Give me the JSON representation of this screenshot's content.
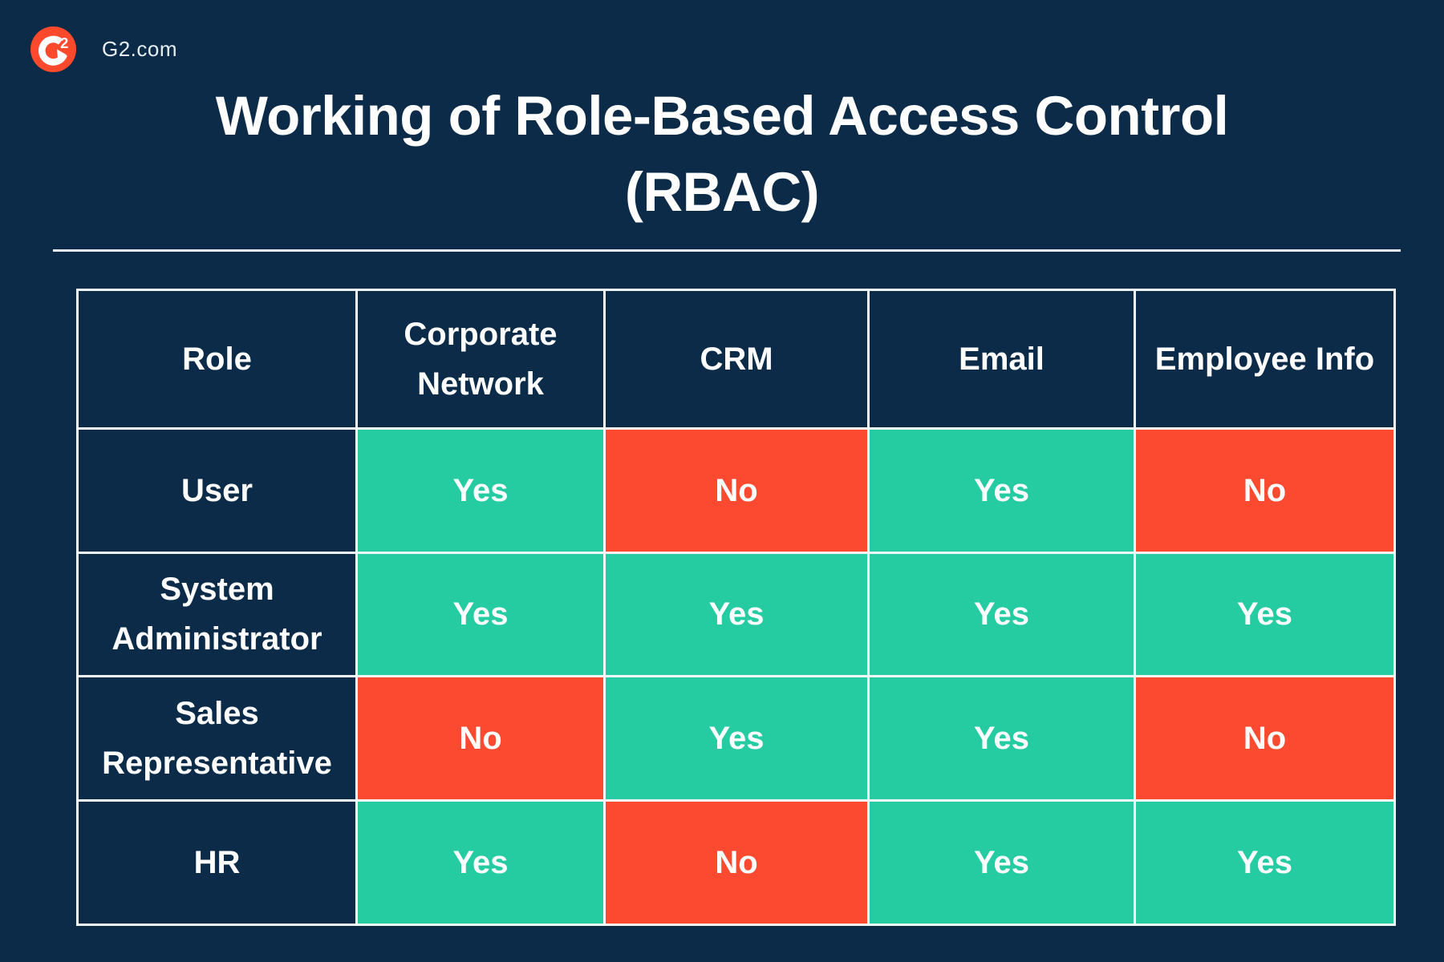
{
  "brand": {
    "site": "G2.com",
    "logo_g": "G",
    "logo_2": "2"
  },
  "title": {
    "line1": "Working of Role-Based Access Control",
    "line2": "(RBAC)"
  },
  "table": {
    "headers": [
      "Role",
      "Corporate Network",
      "CRM",
      "Email",
      "Employee Info"
    ],
    "rows": [
      {
        "role": "User",
        "cells": [
          {
            "value": "Yes",
            "status": "yes"
          },
          {
            "value": "No",
            "status": "no"
          },
          {
            "value": "Yes",
            "status": "yes"
          },
          {
            "value": "No",
            "status": "no"
          }
        ]
      },
      {
        "role": "System Administrator",
        "cells": [
          {
            "value": "Yes",
            "status": "yes"
          },
          {
            "value": "Yes",
            "status": "yes"
          },
          {
            "value": "Yes",
            "status": "yes"
          },
          {
            "value": "Yes",
            "status": "yes"
          }
        ]
      },
      {
        "role": "Sales Representative",
        "cells": [
          {
            "value": "No",
            "status": "no"
          },
          {
            "value": "Yes",
            "status": "yes"
          },
          {
            "value": "Yes",
            "status": "yes"
          },
          {
            "value": "No",
            "status": "no"
          }
        ]
      },
      {
        "role": "HR",
        "cells": [
          {
            "value": "Yes",
            "status": "yes"
          },
          {
            "value": "No",
            "status": "no"
          },
          {
            "value": "Yes",
            "status": "yes"
          },
          {
            "value": "Yes",
            "status": "yes"
          }
        ]
      }
    ]
  },
  "colors": {
    "background": "#0b2b48",
    "yes_green": "#25cba1",
    "no_red": "#fb4a30",
    "brand_red": "#ff492c",
    "border_white": "#f6f7f8",
    "text": "#ffffff"
  },
  "chart_data": {
    "type": "table",
    "title": "Working of Role-Based Access Control (RBAC)",
    "columns": [
      "Role",
      "Corporate Network",
      "CRM",
      "Email",
      "Employee Info"
    ],
    "rows": [
      [
        "User",
        "Yes",
        "No",
        "Yes",
        "No"
      ],
      [
        "System Administrator",
        "Yes",
        "Yes",
        "Yes",
        "Yes"
      ],
      [
        "Sales Representative",
        "No",
        "Yes",
        "Yes",
        "No"
      ],
      [
        "HR",
        "Yes",
        "No",
        "Yes",
        "Yes"
      ]
    ],
    "cell_colors": {
      "Yes": "#25cba1",
      "No": "#fb4a30"
    },
    "layout_hints": {
      "header_background": "#0b2b48",
      "grid": "on",
      "grid_color": "#f6f7f8"
    }
  }
}
